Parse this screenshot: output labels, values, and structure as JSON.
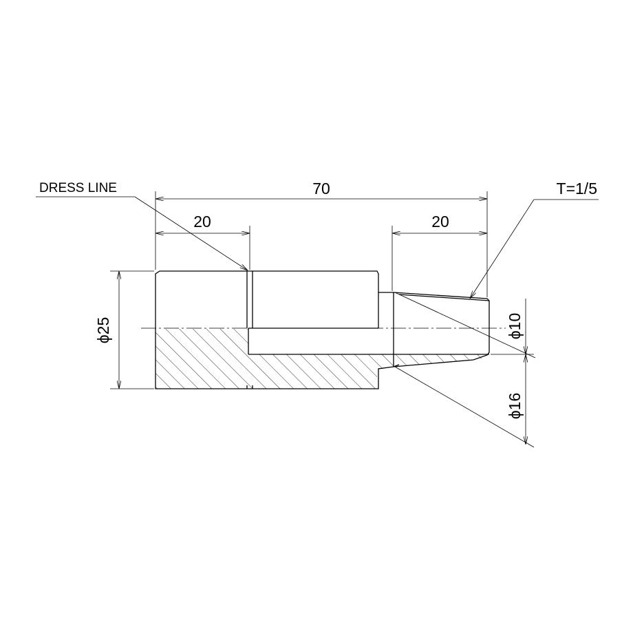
{
  "labels": {
    "dress_line": "DRESS LINE",
    "overall_length": "70",
    "left_segment_length": "20",
    "right_segment_length": "20",
    "taper": "T=1/5",
    "outer_diameter": "ϕ25",
    "bore_diameter": "ϕ10",
    "tip_diameter": "ϕ16"
  },
  "colors": {
    "line": "#000000",
    "background": "#ffffff"
  }
}
